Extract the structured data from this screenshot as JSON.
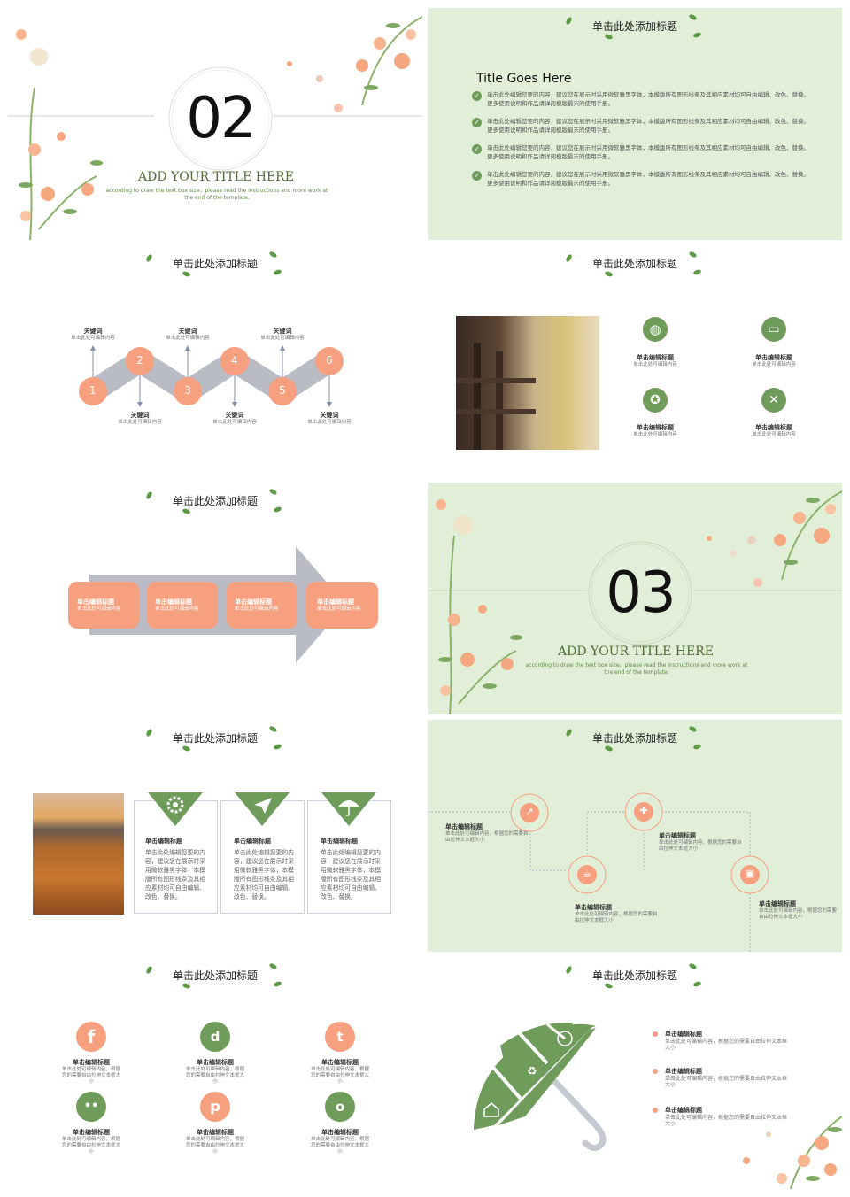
{
  "slide_header": "单击此处添加标题",
  "section02": {
    "number": "02",
    "title": "ADD YOUR TITLE HERE",
    "subtitle": "according to draw the text box size。please read the instructions and more work at the end of the template."
  },
  "section03": {
    "number": "03",
    "title": "ADD YOUR TITLE HERE",
    "subtitle": "according to draw the text box size。please read the instructions and more work at the end of the template."
  },
  "title_slide": {
    "title": "Title Goes Here",
    "bullets": [
      "单击此处编辑您要的内容，建议您在展示时采用微软雅黑字体，本模版所有图形线条及其相应素材均可自由编辑、改色、替换。更多使用说明和作品请详阅模版最末的使用手册。",
      "单击此处编辑您要的内容，建议您在展示时采用微软雅黑字体，本模版所有图形线条及其相应素材均可自由编辑、改色、替换。更多使用说明和作品请详阅模版最末的使用手册。",
      "单击此处编辑您要的内容，建议您在展示时采用微软雅黑字体，本模版所有图形线条及其相应素材均可自由编辑、改色、替换。更多使用说明和作品请详阅模版最末的使用手册。",
      "单击此处编辑您要的内容，建议您在展示时采用微软雅黑字体，本模版所有图形线条及其相应素材均可自由编辑、改色、替换。更多使用说明和作品请详阅模版最末的使用手册。"
    ]
  },
  "zigzag": {
    "nums": [
      "1",
      "2",
      "3",
      "4",
      "5",
      "6"
    ],
    "keyword": "关键词",
    "desc": "单击此处可编辑内容"
  },
  "icons4": {
    "title": "单击编辑标题",
    "desc": "单击此处可编辑内容"
  },
  "arrow": {
    "title": "单击编辑标题",
    "desc": "单击此处可编辑内容"
  },
  "cards": {
    "title": "单击编辑标题",
    "desc": "单击此处编辑您要的内容，建议您在展示时采用微软雅黑字体，本模版所有图形线条及其相应素材均可自由编辑、改色、替换。"
  },
  "flow": {
    "title": "单击编辑标题",
    "desc": "单击此处可编辑内容，根据您的需要自由拉伸文本框大小"
  },
  "social": {
    "title": "单击编辑标题",
    "desc": "单击此处可编辑内容，根据您的需要自由拉伸文本框大小",
    "icons": [
      "f",
      "d",
      "t",
      "••",
      "p",
      "o"
    ]
  },
  "umbrella": {
    "title": "单击编辑标题",
    "desc": "单击此处可编辑内容，根据您的需要自由拉伸文本框大小"
  },
  "colors": {
    "green": "#6f9b5b",
    "peach": "#f7a080",
    "gray": "#b9bcc5",
    "bg_green": "#e1efd8"
  }
}
